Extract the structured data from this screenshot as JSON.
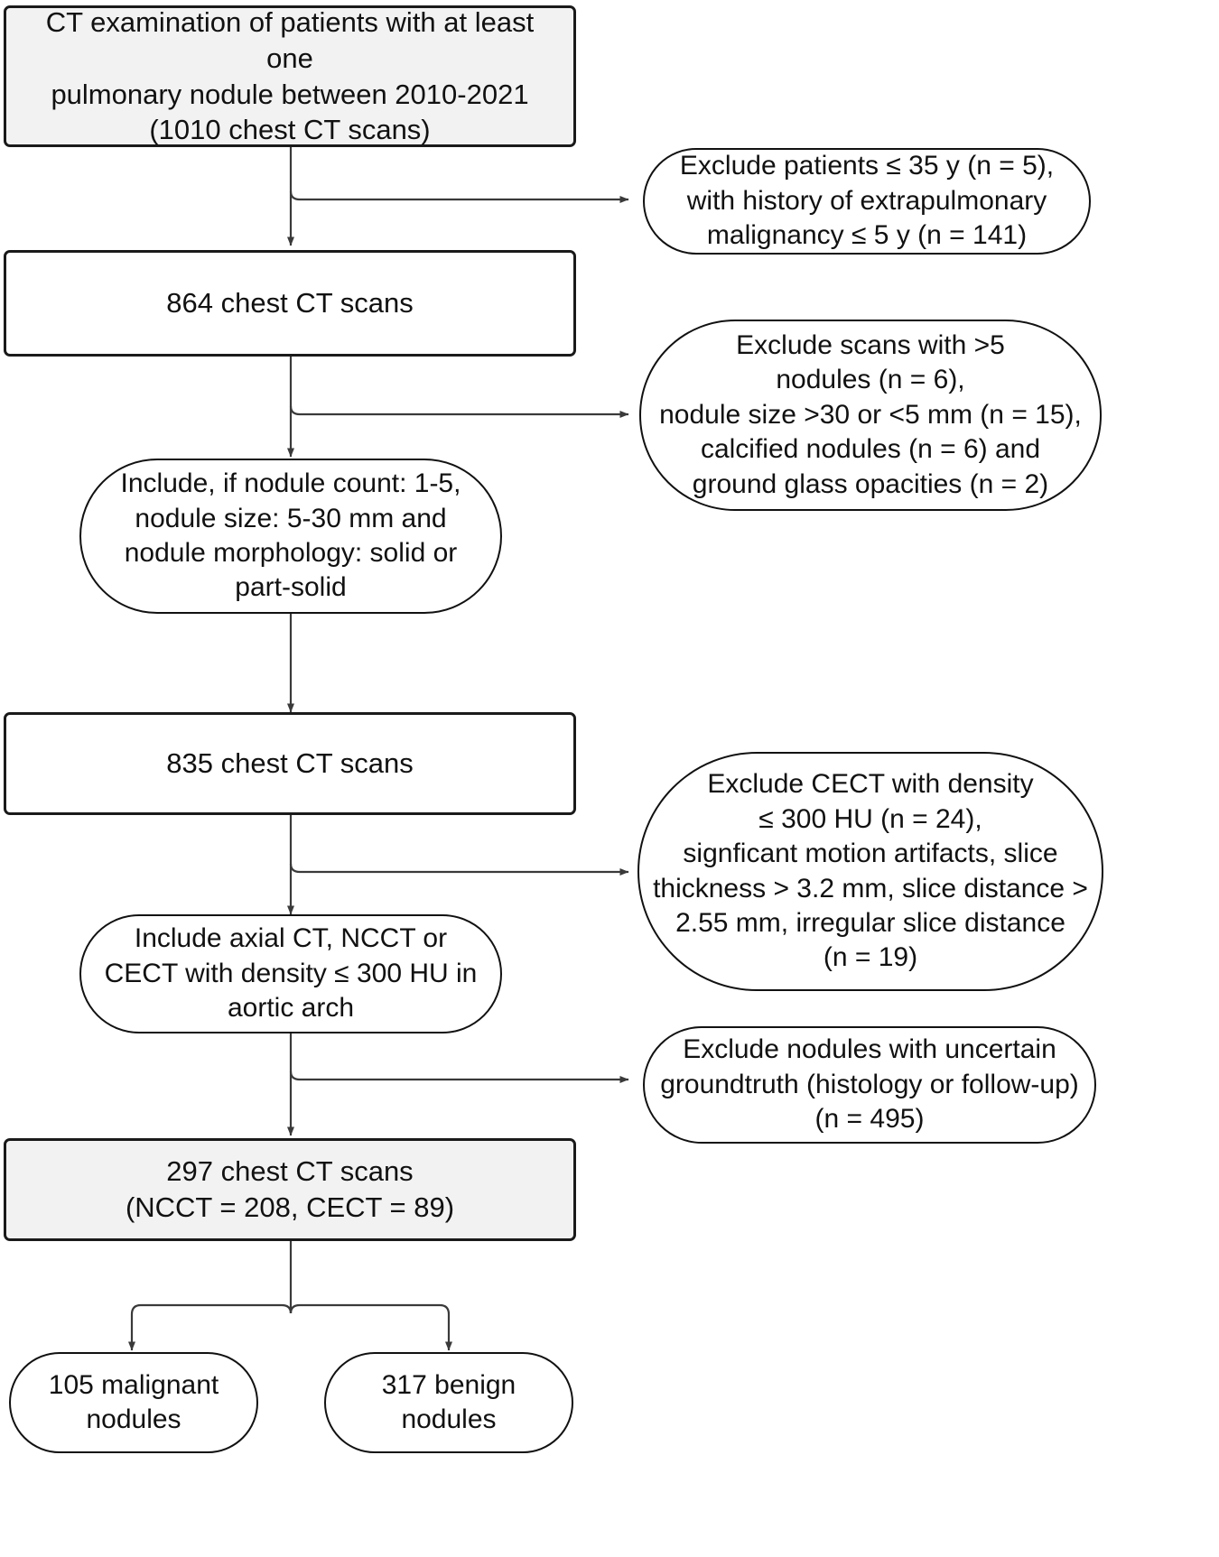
{
  "diagram": {
    "title": "Patient and scan selection flowchart",
    "type": "flowchart",
    "colors": {
      "node_fill_highlight": "#f2f2f2",
      "node_fill_plain": "#ffffff",
      "stroke": "#1a1a1a",
      "connector": "#3a3a3a"
    }
  },
  "nodes": {
    "start": {
      "label": "CT examination of patients with at least one\npulmonary nodule between 2010-2021\n(1010 chest CT scans)",
      "shape": "rectangle",
      "fill": "#f2f2f2"
    },
    "exclude1": {
      "label": "Exclude patients ≤ 35 y (n = 5),\nwith history of extrapulmonary\nmalignancy ≤ 5 y (n =  141)",
      "shape": "pill",
      "fill": "#ffffff"
    },
    "scans864": {
      "label": "864 chest CT scans",
      "shape": "rectangle",
      "fill": "#ffffff"
    },
    "exclude2": {
      "label": "Exclude scans with >5\nnodules (n = 6),\nnodule size >30 or <5 mm (n = 15),\ncalcified nodules (n = 6) and\nground glass opacities (n =  2)",
      "shape": "pill",
      "fill": "#ffffff"
    },
    "include1": {
      "label": "Include, if nodule count: 1-5,\nnodule size: 5-30 mm and\nnodule morphology: solid or\npart-solid",
      "shape": "pill",
      "fill": "#ffffff"
    },
    "scans835": {
      "label": "835 chest CT scans",
      "shape": "rectangle",
      "fill": "#ffffff"
    },
    "exclude3": {
      "label": "Exclude CECT with density\n≤ 300 HU (n = 24),\nsignficant motion artifacts, slice\nthickness > 3.2 mm, slice distance >\n2.55 mm, irregular slice distance\n(n = 19)",
      "shape": "pill",
      "fill": "#ffffff"
    },
    "include2": {
      "label": "Include axial CT, NCCT or\nCECT with density ≤ 300 HU in\naortic arch",
      "shape": "pill",
      "fill": "#ffffff"
    },
    "exclude4": {
      "label": "Exclude nodules with uncertain\ngroundtruth (histology or follow-up)\n(n = 495)",
      "shape": "pill",
      "fill": "#ffffff"
    },
    "scans297": {
      "label": "297 chest CT scans\n(NCCT = 208, CECT = 89)",
      "shape": "rectangle",
      "fill": "#f2f2f2"
    },
    "malignant": {
      "label": "105 malignant\nnodules",
      "shape": "pill",
      "fill": "#ffffff"
    },
    "benign": {
      "label": "317 benign\nnodules",
      "shape": "pill",
      "fill": "#ffffff"
    }
  },
  "flow_data": {
    "type": "flowchart",
    "counts": {
      "initial_scans": 1010,
      "after_exclusion_1": 864,
      "after_exclusion_2": 835,
      "final_scans": 297,
      "ncct": 208,
      "cect": 89,
      "malignant_nodules": 105,
      "benign_nodules": 317
    },
    "exclusions": [
      {
        "reason": "patients ≤ 35 y",
        "n": 5
      },
      {
        "reason": "history of extrapulmonary malignancy ≤ 5 y",
        "n": 141
      },
      {
        "reason": "scans with >5 nodules",
        "n": 6
      },
      {
        "reason": "nodule size >30 or <5 mm",
        "n": 15
      },
      {
        "reason": "calcified nodules",
        "n": 6
      },
      {
        "reason": "ground glass opacities",
        "n": 2
      },
      {
        "reason": "CECT with density ≤ 300 HU",
        "n": 24
      },
      {
        "reason": "signficant motion artifacts, slice thickness > 3.2 mm, slice distance > 2.55 mm, irregular slice distance",
        "n": 19
      },
      {
        "reason": "nodules with uncertain groundtruth (histology or follow-up)",
        "n": 495
      }
    ]
  }
}
